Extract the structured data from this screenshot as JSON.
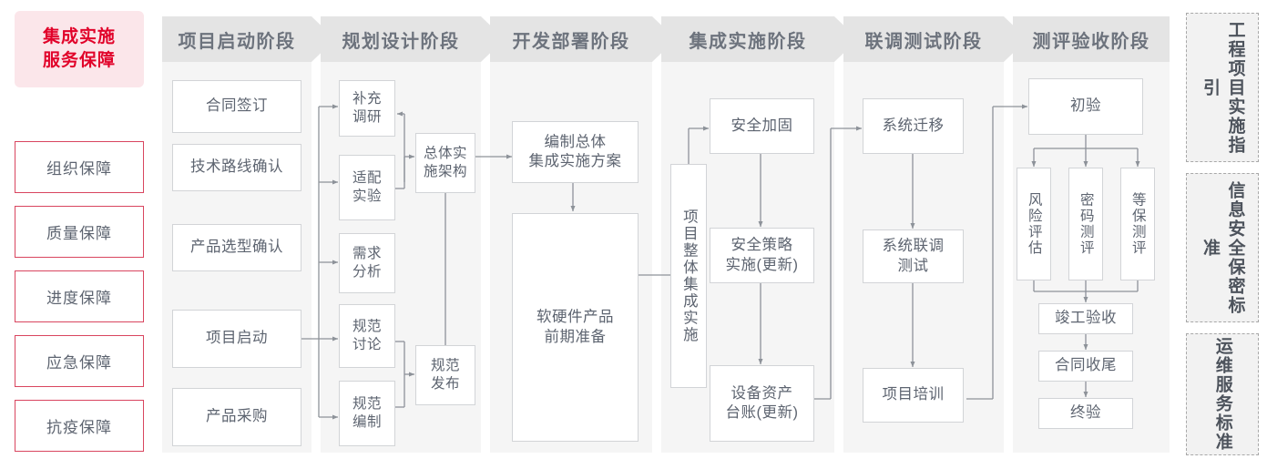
{
  "guarantee": {
    "title": "集成实施\n服务保障",
    "title_line1": "集成实施",
    "title_line2": "服务保障",
    "items": [
      {
        "label": "组织保障"
      },
      {
        "label": "质量保障"
      },
      {
        "label": "进度保障"
      },
      {
        "label": "应急保障"
      },
      {
        "label": "抗疫保障"
      }
    ],
    "colors": {
      "title_bg": "#fbe6ea",
      "title_fg": "#e1032a",
      "item_border": "#d9455f",
      "item_fg": "#5d6470"
    }
  },
  "phases": [
    {
      "header": "项目启动阶段",
      "nodes": [
        {
          "label": "合同签订"
        },
        {
          "label": "技术路线确认"
        },
        {
          "label": "产品选型确认"
        },
        {
          "label": "项目启动"
        },
        {
          "label": "产品采购"
        }
      ]
    },
    {
      "header": "规划设计阶段",
      "nodes": [
        {
          "label": "补充\n调研",
          "l1": "补充",
          "l2": "调研"
        },
        {
          "label": "适配\n实验",
          "l1": "适配",
          "l2": "实验"
        },
        {
          "label": "需求\n分析",
          "l1": "需求",
          "l2": "分析"
        },
        {
          "label": "规范\n讨论",
          "l1": "规范",
          "l2": "讨论"
        },
        {
          "label": "规范\n编制",
          "l1": "规范",
          "l2": "编制"
        },
        {
          "label": "总体实\n施架构",
          "l1": "总体实",
          "l2": "施架构"
        },
        {
          "label": "规范\n发布",
          "l1": "规范",
          "l2": "发布"
        }
      ]
    },
    {
      "header": "开发部署阶段",
      "nodes": [
        {
          "label": "编制总体\n集成实施方案",
          "l1": "编制总体",
          "l2": "集成实施方案"
        },
        {
          "label": "软硬件产品\n前期准备",
          "l1": "软硬件产品",
          "l2": "前期准备"
        }
      ]
    },
    {
      "header": "集成实施阶段",
      "nodes": [
        {
          "label": "项目整体集成实施"
        },
        {
          "label": "安全加固"
        },
        {
          "label": "安全策略\n实施(更新)",
          "l1": "安全策略",
          "l2": "实施(更新)"
        },
        {
          "label": "设备资产\n台账(更新)",
          "l1": "设备资产",
          "l2": "台账(更新)"
        }
      ]
    },
    {
      "header": "联调测试阶段",
      "nodes": [
        {
          "label": "系统迁移"
        },
        {
          "label": "系统联调\n测试",
          "l1": "系统联调",
          "l2": "测试"
        },
        {
          "label": "项目培训"
        }
      ]
    },
    {
      "header": "测评验收阶段",
      "nodes": [
        {
          "label": "初验"
        },
        {
          "label": "风险评估"
        },
        {
          "label": "密码测评"
        },
        {
          "label": "等保测评"
        },
        {
          "label": "竣工验收"
        },
        {
          "label": "合同收尾"
        },
        {
          "label": "终验"
        }
      ]
    }
  ],
  "standards": [
    {
      "label": "工程项目实施指引",
      "col_right": "程目施引",
      "col_left": "工项实指"
    },
    {
      "label": "信息安全保密标准",
      "col_right": "息全密准",
      "col_left": "信安保标"
    },
    {
      "label": "运维服务标准",
      "col_right": "维务准",
      "col_left": "运服标"
    }
  ],
  "theme": {
    "band_bg": "#f5f5f5",
    "header_bg": "#e4e4e4",
    "node_border": "#d2d4d7",
    "node_fg": "#5d6470",
    "header_fg": "#6d737d",
    "wire": "#8d9299",
    "std_bg": "#f2f2f2",
    "std_border": "#a8a8a8"
  }
}
